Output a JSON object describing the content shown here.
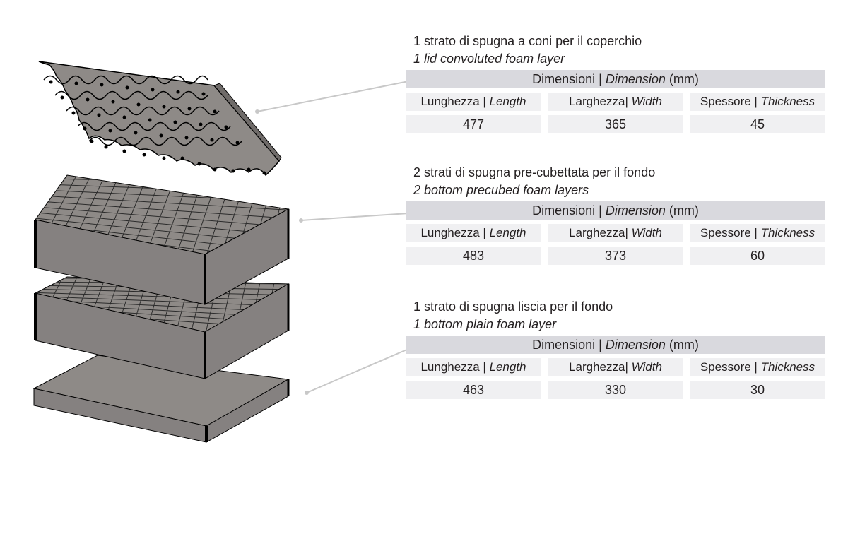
{
  "layers": [
    {
      "title": "1 strato di spugna a coni per il coperchio",
      "subtitle": "1 lid convoluted foam layer",
      "header": {
        "it": "Dimensioni | ",
        "en": "Dimension",
        "unit": " (mm)"
      },
      "columns": [
        {
          "it": "Lunghezza | ",
          "en": "Length"
        },
        {
          "it": "Larghezza| ",
          "en": "Width"
        },
        {
          "it": "Spessore | ",
          "en": "Thickness"
        }
      ],
      "values": [
        "477",
        "365",
        "45"
      ]
    },
    {
      "title": "2 strati di spugna pre-cubettata per il fondo",
      "subtitle": "2 bottom precubed foam layers",
      "header": {
        "it": "Dimensioni | ",
        "en": "Dimension",
        "unit": " (mm)"
      },
      "columns": [
        {
          "it": "Lunghezza | ",
          "en": "Length"
        },
        {
          "it": "Larghezza| ",
          "en": "Width"
        },
        {
          "it": "Spessore | ",
          "en": "Thickness"
        }
      ],
      "values": [
        "483",
        "373",
        "60"
      ]
    },
    {
      "title": "1 strato di spugna liscia per il fondo",
      "subtitle": "1 bottom plain foam layer",
      "header": {
        "it": "Dimensioni | ",
        "en": "Dimension",
        "unit": " (mm)"
      },
      "columns": [
        {
          "it": "Lunghezza | ",
          "en": "Length"
        },
        {
          "it": "Larghezza| ",
          "en": "Width"
        },
        {
          "it": "Spessore | ",
          "en": "Thickness"
        }
      ],
      "values": [
        "463",
        "330",
        "30"
      ]
    }
  ],
  "colors": {
    "foam_face": "#8e8a87",
    "foam_side": "#858180",
    "outline": "#000000",
    "leader": "#c8c8c8",
    "header_bg": "#d9d9de",
    "cell_bg": "#f0f0f2"
  }
}
